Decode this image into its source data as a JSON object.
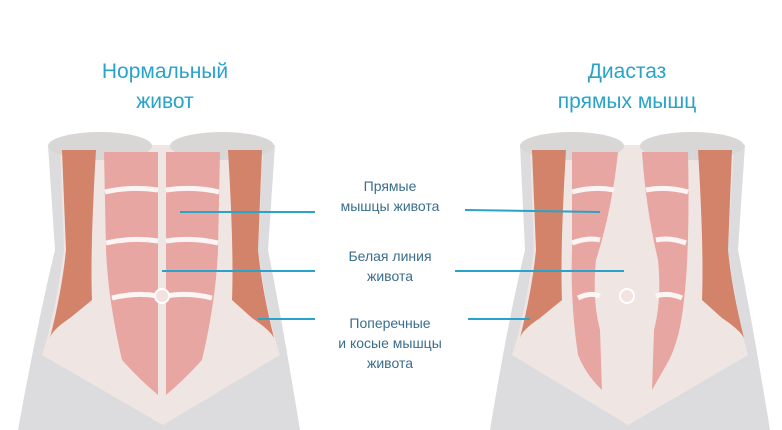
{
  "headings": {
    "normal": {
      "line1": "Нормальный",
      "line2": "живот"
    },
    "diastasis": {
      "line1": "Диастаз",
      "line2": "прямых мышц"
    }
  },
  "labels": {
    "rectus": {
      "line1": "Прямые",
      "line2": "мышцы живота"
    },
    "linea_alba": {
      "line1": "Белая линия",
      "line2": "живота"
    },
    "obliques": {
      "line1": "Поперечные",
      "line2": "и косые мышцы",
      "line3": "живота"
    }
  },
  "colors": {
    "accent": "#29a3c9",
    "label_text": "#3a6e8c",
    "skin": "#efe6e3",
    "muscle": "#e8a6a2",
    "oblique": "#d2836a",
    "body_gray": "#dcdcde",
    "line_white": "#fbf6f5"
  }
}
